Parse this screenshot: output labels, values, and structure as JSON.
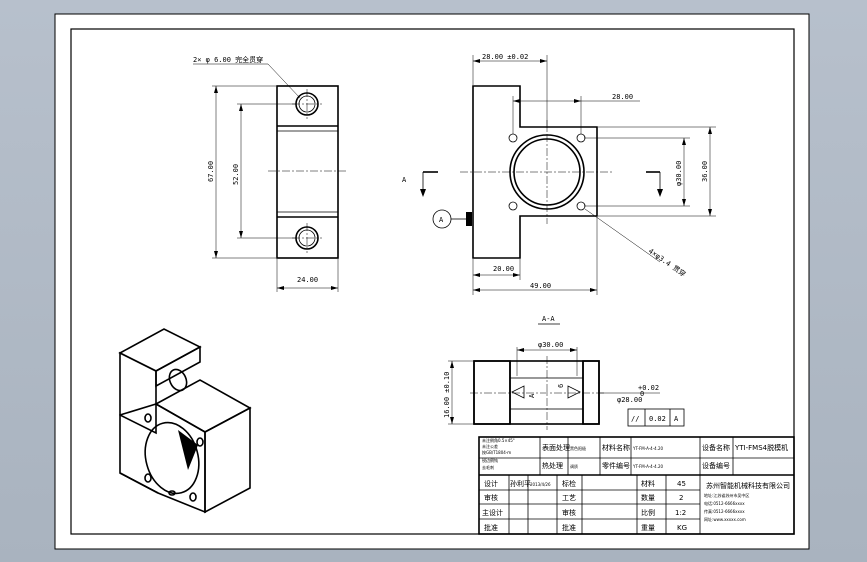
{
  "drawing": {
    "top_view": {
      "hole_note": "2× φ 6.00 完全贯穿",
      "height_dim": "67.00",
      "inner_dim": "52.00",
      "width_dim": "24.00"
    },
    "front_view": {
      "top_dim": "28.00 ±0.02",
      "right_dim": "28.00",
      "bore_dim": "φ30.00",
      "height_dim": "36.00",
      "bottom_inner_dim": "20.00",
      "bottom_total_dim": "49.00",
      "mounting_note": "4×φ3.4 贯穿",
      "section_mark": "A",
      "datum_label": "A"
    },
    "section_view": {
      "title": "A-A",
      "bore_dim": "φ30.00",
      "height_dim": "16.00 ±0.10",
      "diam_dim": "φ28.00",
      "tol_upper": "+0.02",
      "tol_lower": "0",
      "gtol": {
        "symbol": "//",
        "value": "0.02",
        "datum": "A"
      },
      "label_a": "A",
      "label_6": "6"
    },
    "title_block": {
      "notes": [
        "未注倒角0.5×45°",
        "未注公差",
        "按GB/T1804-m",
        "锐边倒钝",
        "去毛刺"
      ],
      "surface_label": "表面处理",
      "surface_value": "黑色阳极",
      "heat_label": "热处理",
      "heat_value": "调质",
      "material_label": "材料名称",
      "material_value": "YT-FM-A-4-4.20",
      "part_label": "零件编号",
      "part_value": "YT-FM-A-4-4.20",
      "device_label": "设备名称",
      "device_value": "YTI-FMS4脱模机",
      "device_code_label": "设备编号",
      "design_label": "设计",
      "design_name": "孙利平",
      "design_date": "2013/4/26",
      "check_label": "审核",
      "chief_label": "主设计",
      "approve_label": "批准",
      "process_label": "工艺",
      "std_label": "标检",
      "material2_label": "材料",
      "material2_value": "45",
      "qty_label": "数量",
      "qty_value": "2",
      "scale_label": "比例",
      "scale_value": "1:2",
      "weight_label": "重量",
      "weight_value": "KG",
      "company": "苏州智能机械科技有限公司",
      "address": "地址:江苏省苏州市吴中区",
      "tel": "电话:0512-6666xxxx",
      "fax": "传真:0512-6666xxxx",
      "web": "网址:www.xxxxx.com"
    }
  }
}
